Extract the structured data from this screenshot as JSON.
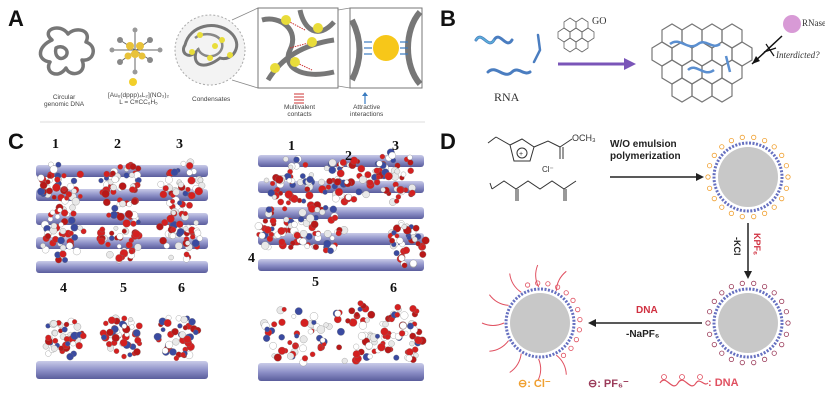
{
  "panels": {
    "a": {
      "label": "A",
      "captions": {
        "dna": [
          "Circular",
          "genomic DNA"
        ],
        "complex": [
          "[Au₆(dppp)₄L₂](NO₃)₂",
          "L = C≡CC₆H₅"
        ],
        "condensates": "Condensates",
        "multivalent": [
          "Multivalent",
          "contacts"
        ],
        "attractive": [
          "Attractive",
          "interactions"
        ]
      }
    },
    "b": {
      "label": "B",
      "go": "GO",
      "rna": "RNA",
      "rnase": "RNase",
      "interdicted": "Interdicted?"
    },
    "c": {
      "label": "C",
      "left_numbers": [
        "1",
        "2",
        "3",
        "4",
        "5",
        "6"
      ],
      "right_numbers": [
        "1",
        "2",
        "3",
        "4",
        "5",
        "6"
      ]
    },
    "d": {
      "label": "D",
      "methyl": "OCH₃",
      "counter": "Cl⁻",
      "step1": [
        "W/O emulsion",
        "polymerization"
      ],
      "kpf6": "KPF₆",
      "kcl": "-KCl",
      "dna_step": "DNA",
      "napf6": "-NaPF₆",
      "legend": {
        "cl": "⊖: Cl⁻",
        "pf6": "⊖: PF₆⁻",
        "dna": ": DNA"
      },
      "colors": {
        "cl": "#f0a030",
        "pf6": "#9b3b5a",
        "dna": "#e05060",
        "core": "#c8c8c8",
        "shell": "#6670c0"
      }
    }
  }
}
